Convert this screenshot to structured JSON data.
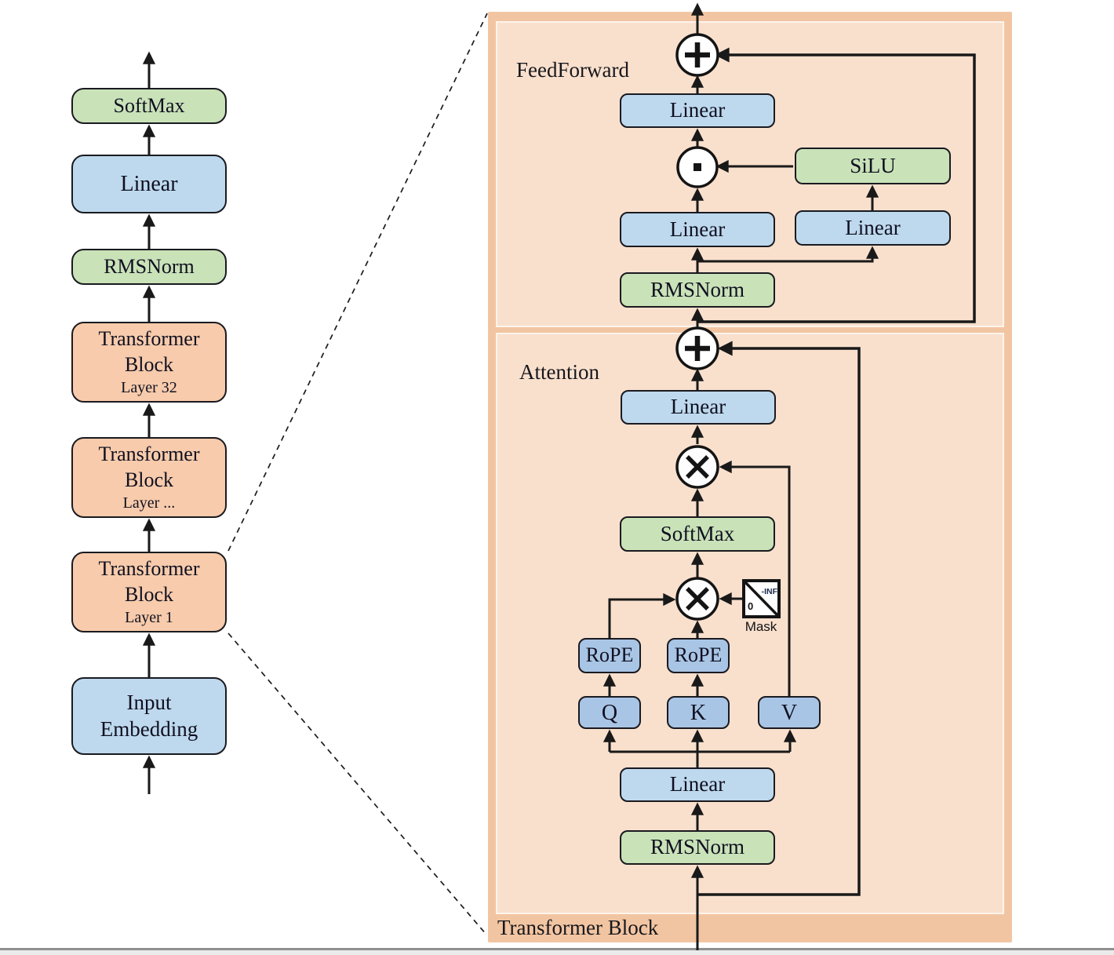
{
  "left_column": {
    "blocks": [
      {
        "label": "SoftMax"
      },
      {
        "label": "Linear"
      },
      {
        "label": "RMSNorm"
      },
      {
        "label": "Transformer Block",
        "sublabel": "Layer 32"
      },
      {
        "label": "Transformer Block",
        "sublabel": "Layer ..."
      },
      {
        "label": "Transformer Block",
        "sublabel": "Layer 1"
      },
      {
        "label": "Input Embedding"
      }
    ]
  },
  "right_panel": {
    "title": "Transformer Block",
    "feedforward": {
      "label": "FeedForward",
      "linear_out": "Linear",
      "silu": "SiLU",
      "linear_gate": "Linear",
      "linear_up": "Linear",
      "rmsnorm": "RMSNorm"
    },
    "attention": {
      "label": "Attention",
      "linear_out": "Linear",
      "softmax": "SoftMax",
      "rope_q": "RoPE",
      "rope_k": "RoPE",
      "q": "Q",
      "k": "K",
      "v": "V",
      "linear_in": "Linear",
      "rmsnorm": "RMSNorm"
    },
    "mask": {
      "label": "Mask",
      "zero": "0",
      "neg_inf": "-INF"
    }
  },
  "icons": {
    "add": "plus-in-circle",
    "matmul": "cross-in-circle",
    "elementwise": "dot-in-circle",
    "mask": "triangular-mask-square"
  },
  "colors": {
    "box_green": "#c9e2b8",
    "box_blue": "#bed9ee",
    "box_qkv_blue": "#a9c5e5",
    "block_orange": "#f7cbab",
    "panel_orange": "#f2c5a2",
    "panel_peach": "#f9e0cd",
    "line_black": "#191919"
  }
}
